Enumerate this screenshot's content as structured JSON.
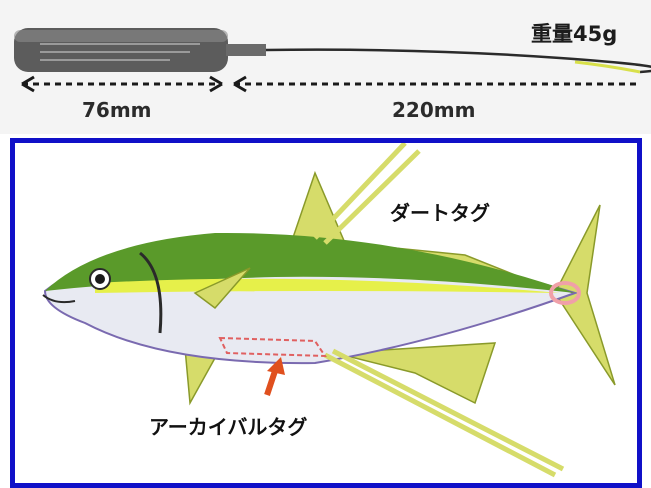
{
  "photo": {
    "weight_label": "重量45g",
    "body_length_label": "76mm",
    "stalk_length_label": "220mm"
  },
  "diagram": {
    "dart_tag_label": "ダートタグ",
    "archival_tag_label": "アーカイバルタグ",
    "colors": {
      "frame": "#1010c8",
      "fish_back": "#5a9a2a",
      "fish_stripe": "#e6f04a",
      "fish_belly": "#e8eaf2",
      "fins": "#d6dc6a",
      "arrow": "#e0501e"
    }
  }
}
